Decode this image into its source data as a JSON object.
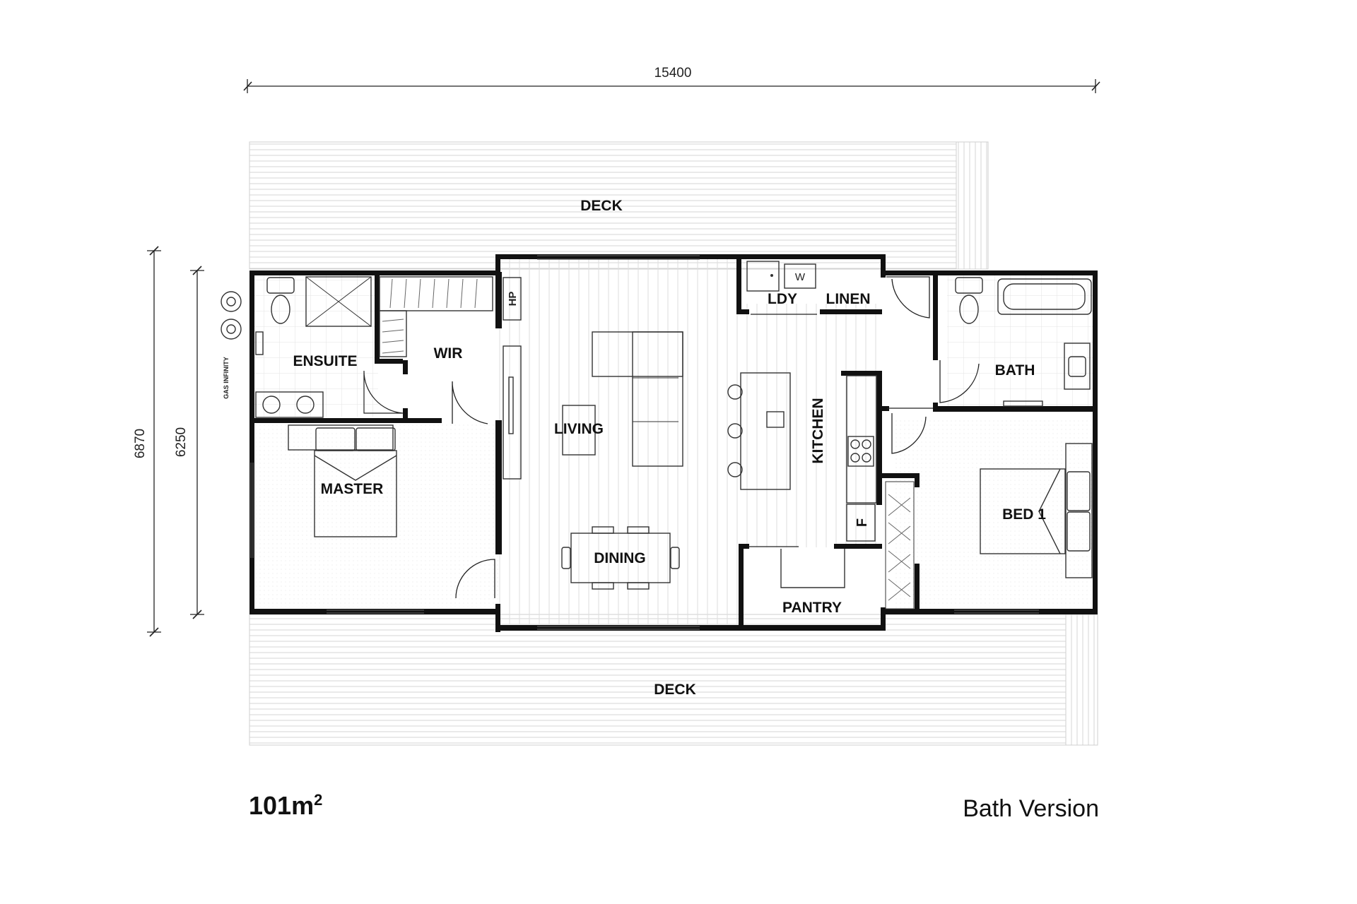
{
  "plan": {
    "dimensions": {
      "width": "15400",
      "overall_depth": "6870",
      "house_depth": "6250"
    },
    "rooms": {
      "deck_top": "DECK",
      "deck_bottom": "DECK",
      "ensuite": "ENSUITE",
      "wir": "WIR",
      "master": "MASTER",
      "living": "LIVING",
      "dining": "DINING",
      "kitchen": "KITCHEN",
      "ldy": "LDY",
      "linen": "LINEN",
      "pantry": "PANTRY",
      "bath": "BATH",
      "bed1": "BED 1"
    },
    "fixtures": {
      "hp": "HP",
      "washer": "W",
      "fridge": "F",
      "gas_infinity": "GAS INFINITY"
    }
  },
  "footer": {
    "area_value": "101m",
    "area_sup": "2",
    "version": "Bath Version"
  }
}
